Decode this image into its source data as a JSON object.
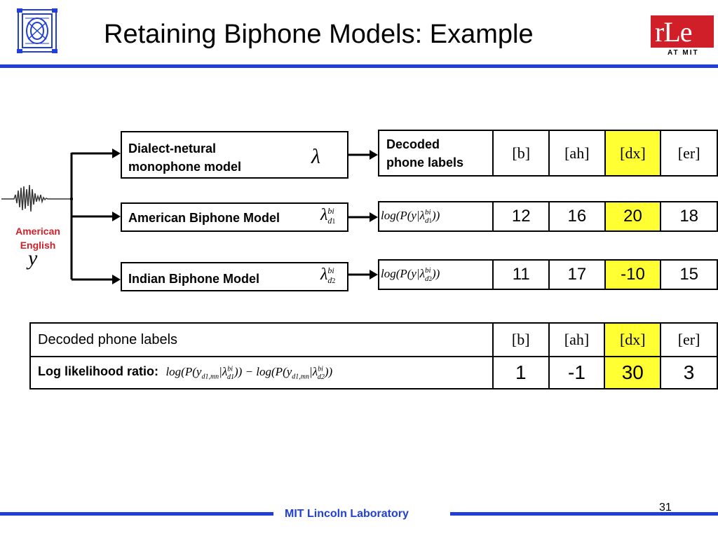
{
  "slide": {
    "title": "Retaining Biphone Models: Example",
    "page_number": "31",
    "footer": "MIT Lincoln Laboratory",
    "accent_color": "#1f3fd6",
    "highlight_color": "#ffff33"
  },
  "logos": {
    "right_logo_text": "rLe",
    "right_logo_subtext": "AT MIT"
  },
  "input": {
    "label_line1": "American",
    "label_line2": "English",
    "symbol": "y"
  },
  "models": {
    "neutral": {
      "line1": "Dialect-netural",
      "line2": "monophone model",
      "symbol": "λ"
    },
    "american": {
      "label": "American Biphone Model",
      "symbol": "λ",
      "sup": "bi",
      "sub": "d",
      "subsub": "1"
    },
    "indian": {
      "label": "Indian Biphone Model",
      "symbol": "λ",
      "sup": "bi",
      "sub": "d",
      "subsub": "2"
    }
  },
  "top_table": {
    "header_line1": "Decoded",
    "header_line2": "phone labels",
    "phones": [
      "[b]",
      "[ah]",
      "[dx]",
      "[er]"
    ],
    "american_row": {
      "formula": "log(P(y|λ",
      "sub": "d",
      "subsub": "1",
      "end": "))",
      "values": [
        "12",
        "16",
        "20",
        "18"
      ]
    },
    "indian_row": {
      "formula": "log(P(y|λ",
      "sub": "d",
      "subsub": "2",
      "end": "))",
      "values": [
        "11",
        "17",
        "-10",
        "15"
      ]
    }
  },
  "bottom_table": {
    "header": "Decoded phone labels",
    "phones": [
      "[b]",
      "[ah]",
      "[dx]",
      "[er]"
    ],
    "ratio_label": "Log likelihood ratio:",
    "ratio_formula": "log(P(y_{d1,mn}|λ^{bi}_{d1})) − log(P(y_{d1,mn}|λ^{bi}_{d2}))",
    "values": [
      "1",
      "-1",
      "30",
      "3"
    ]
  }
}
